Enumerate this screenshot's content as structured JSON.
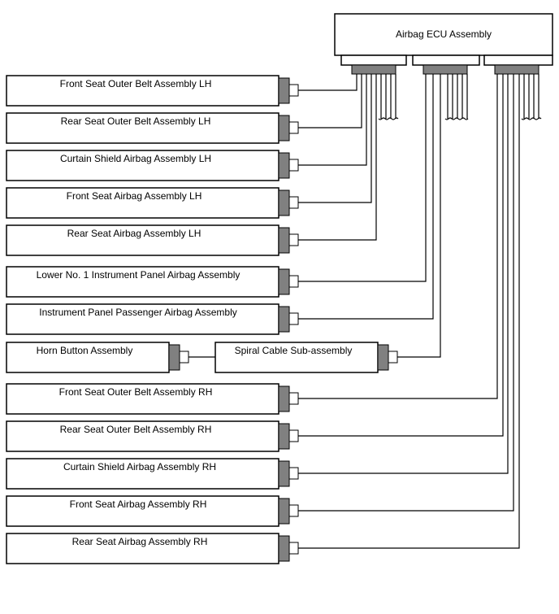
{
  "ecu": {
    "label": "Airbag ECU Assembly"
  },
  "components": {
    "front_seat_outer_belt_lh": "Front Seat Outer Belt Assembly LH",
    "rear_seat_outer_belt_lh": "Rear Seat Outer Belt Assembly LH",
    "curtain_shield_airbag_lh": "Curtain Shield Airbag Assembly LH",
    "front_seat_airbag_lh": "Front Seat Airbag Assembly LH",
    "rear_seat_airbag_lh": "Rear Seat Airbag Assembly LH",
    "lower_no1_instrument_panel_airbag": "Lower No. 1 Instrument Panel Airbag Assembly",
    "instrument_panel_passenger_airbag": "Instrument Panel Passenger Airbag Assembly",
    "horn_button": "Horn Button Assembly",
    "spiral_cable": "Spiral Cable Sub-assembly",
    "front_seat_outer_belt_rh": "Front Seat Outer Belt Assembly RH",
    "rear_seat_outer_belt_rh": "Rear Seat Outer Belt Assembly RH",
    "curtain_shield_airbag_rh": "Curtain Shield Airbag Assembly RH",
    "front_seat_airbag_rh": "Front Seat Airbag Assembly RH",
    "rear_seat_airbag_rh": "Rear Seat Airbag Assembly RH"
  }
}
